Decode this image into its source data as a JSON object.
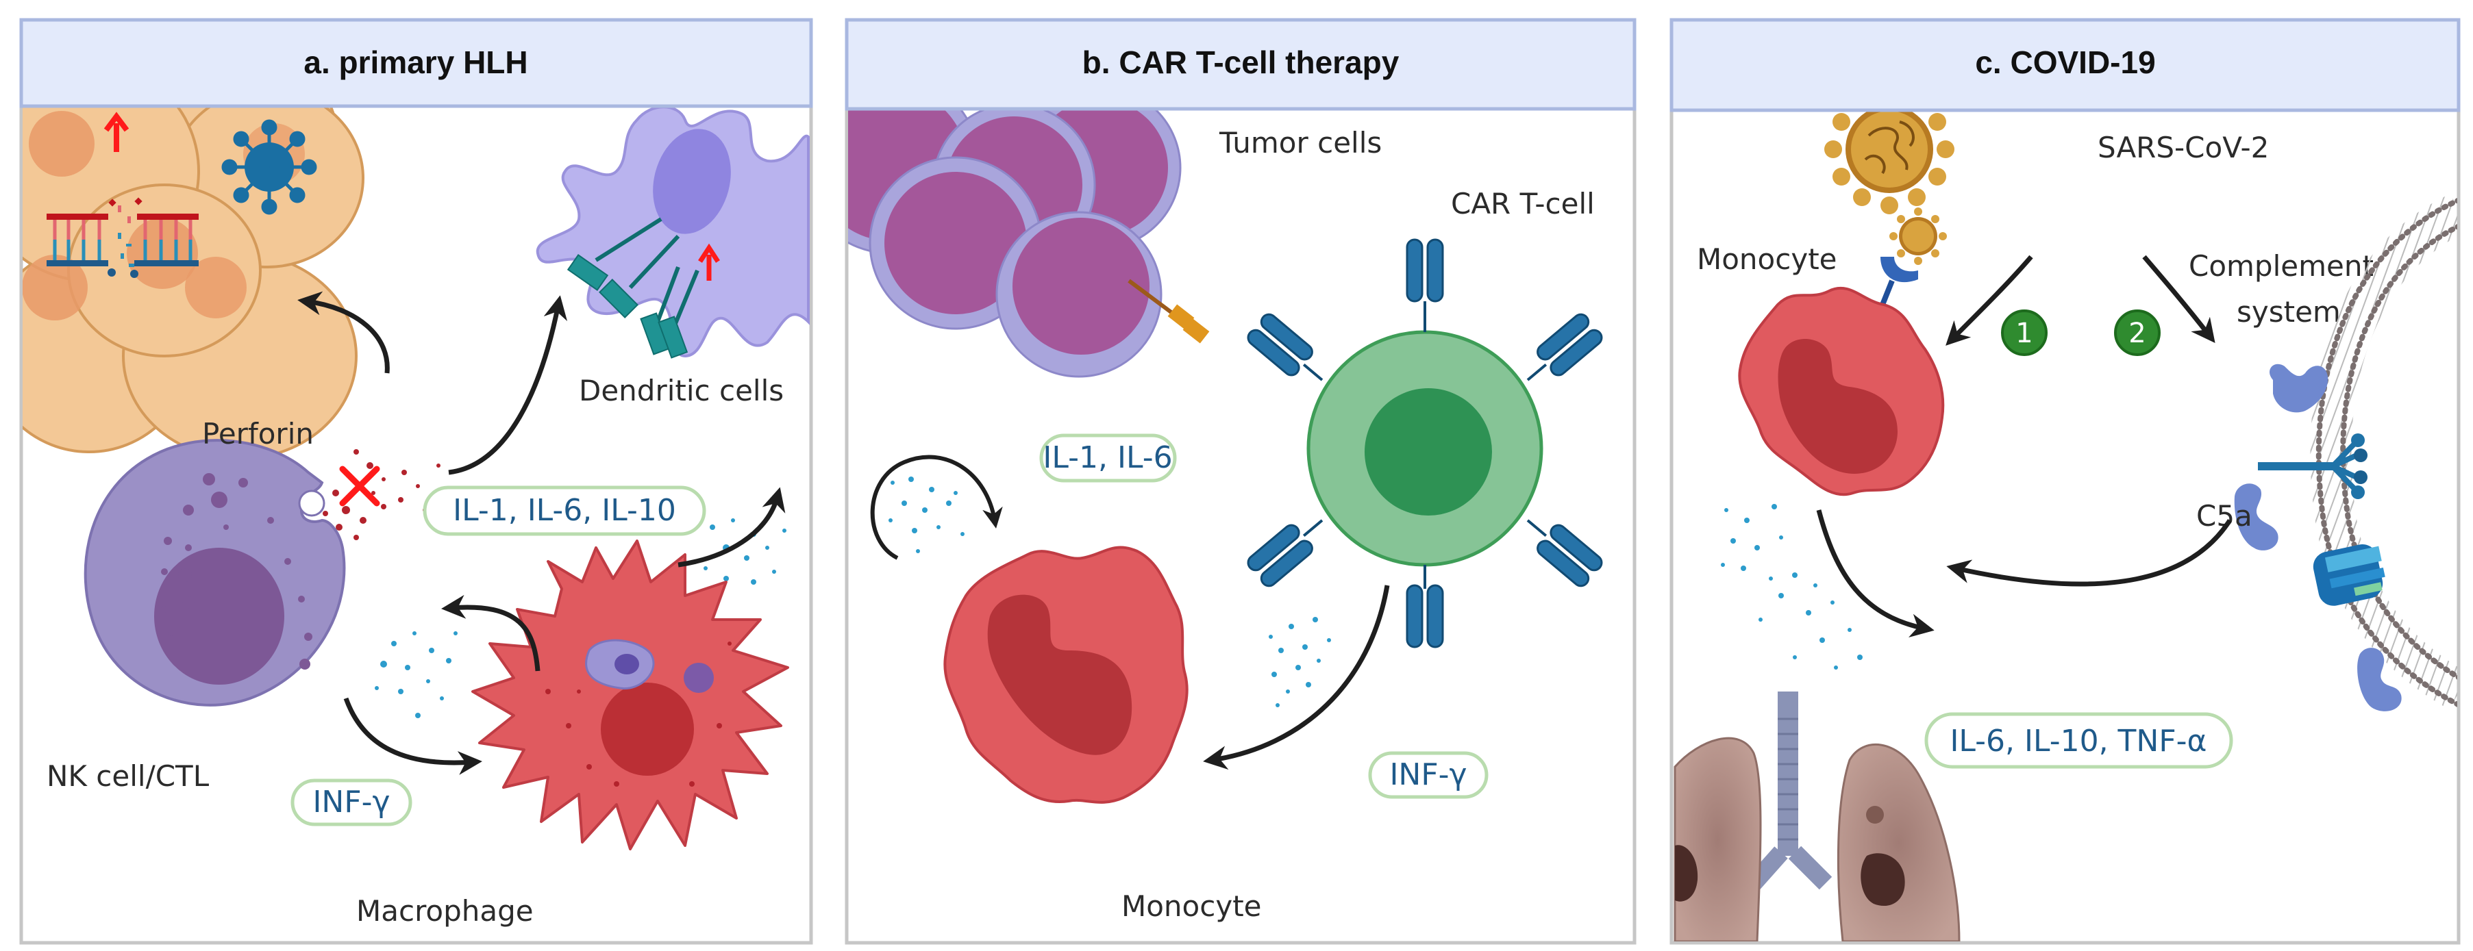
{
  "colors": {
    "header_bg": "#e3eafb",
    "header_border": "#a9b8e0",
    "panel_border": "#c6c6c6",
    "pill_border": "#b9dcae",
    "pill_text": "#1f5a8a",
    "arrow": "#1e1e1e",
    "up_arrow": "#ff1a1a",
    "badge_green": "#2f8b2f"
  },
  "panels": [
    {
      "id": "a",
      "title": "a. primary HLH",
      "labels": {
        "perforin": "Perforin",
        "dendritic": "Dendritic cells",
        "nk": "NK cell/CTL",
        "macrophage": "Macrophage"
      },
      "pills": {
        "cytokines": "IL-1, IL-6, IL-10",
        "inf": "INF-γ"
      }
    },
    {
      "id": "b",
      "title": "b. CAR T-cell therapy",
      "labels": {
        "tumor": "Tumor cells",
        "cart": "CAR T-cell",
        "monocyte": "Monocyte"
      },
      "pills": {
        "cytokines": "IL-1, IL-6",
        "inf": "INF-γ"
      }
    },
    {
      "id": "c",
      "title": "c. COVID-19",
      "labels": {
        "virus": "SARS-CoV-2",
        "monocyte": "Monocyte",
        "complement_line1": "Complement",
        "complement_line2": "system",
        "c5a": "C5a"
      },
      "badges": [
        "1",
        "2"
      ],
      "pills": {
        "cytokines": "IL-6, IL-10, TNF-α"
      }
    }
  ]
}
